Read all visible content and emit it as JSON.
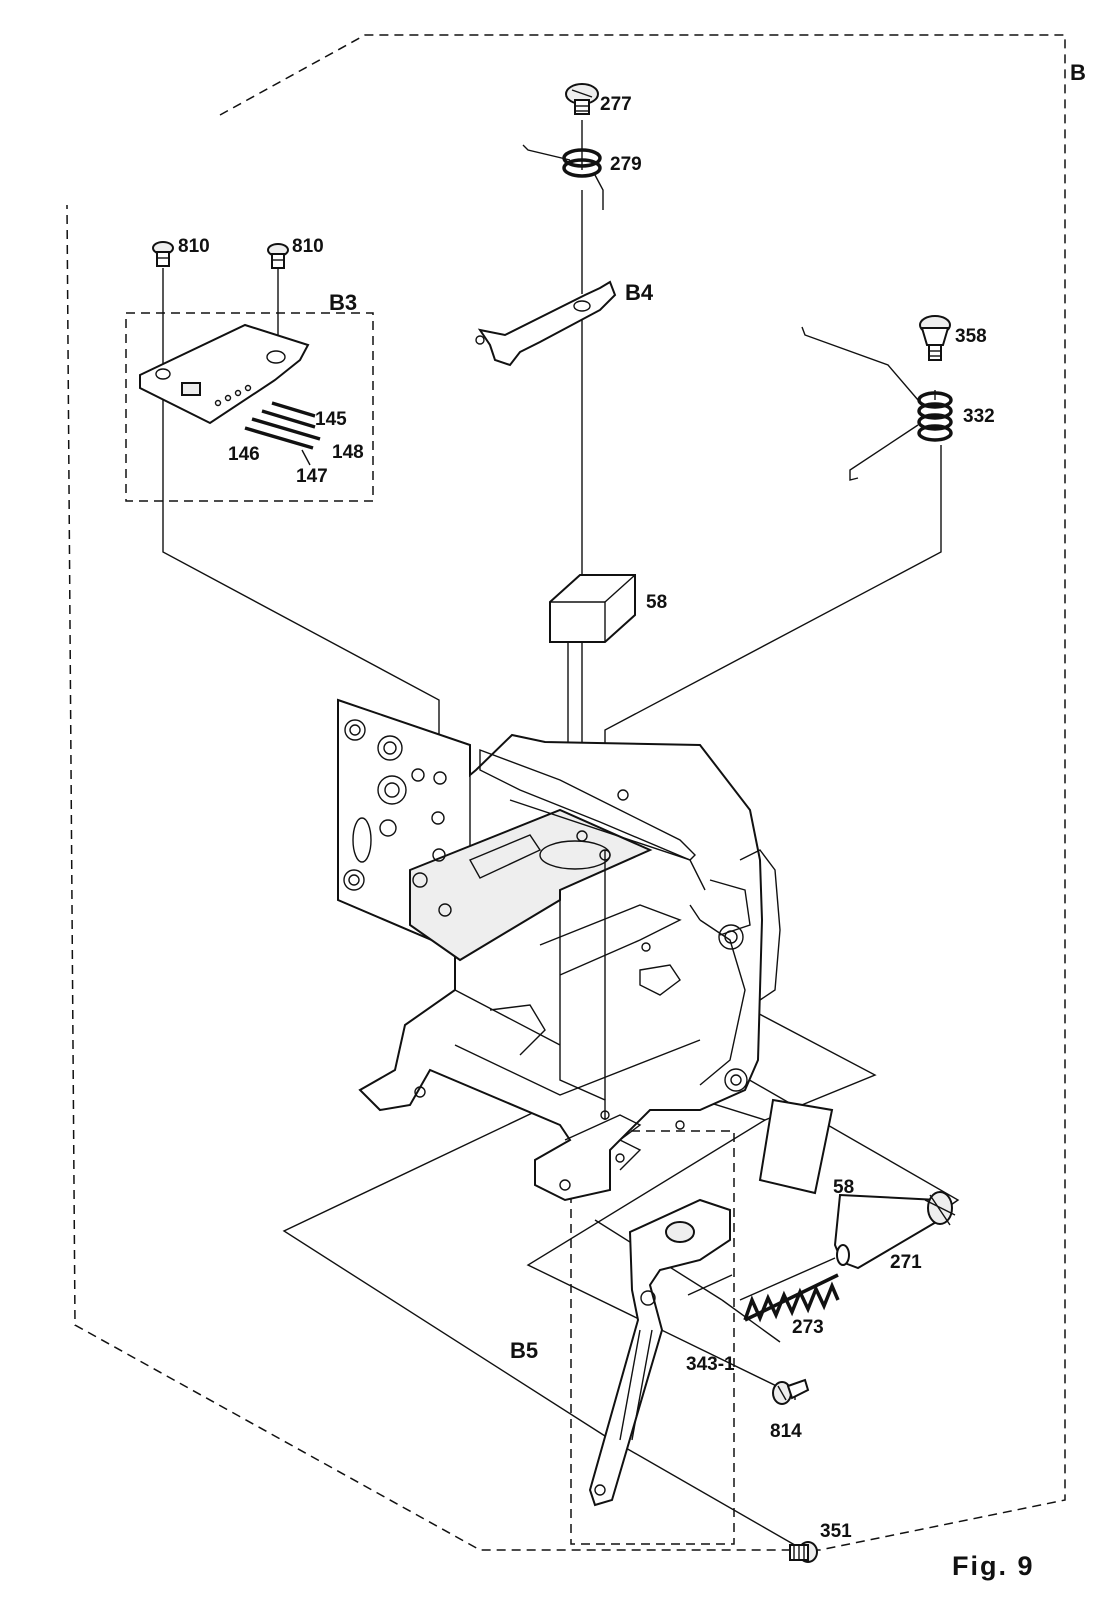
{
  "labels": {
    "b": "B",
    "b3": "B3",
    "b4": "B4",
    "b5": "B5",
    "p277": "277",
    "p279": "279",
    "p810a": "810",
    "p810b": "810",
    "p358": "358",
    "p332": "332",
    "p145": "145",
    "p146": "146",
    "p147": "147",
    "p148": "148",
    "p58a": "58",
    "p58b": "58",
    "p271": "271",
    "p273": "273",
    "p343": "343-1",
    "p814": "814",
    "p351": "351"
  },
  "figure_label": "Fig. 9"
}
